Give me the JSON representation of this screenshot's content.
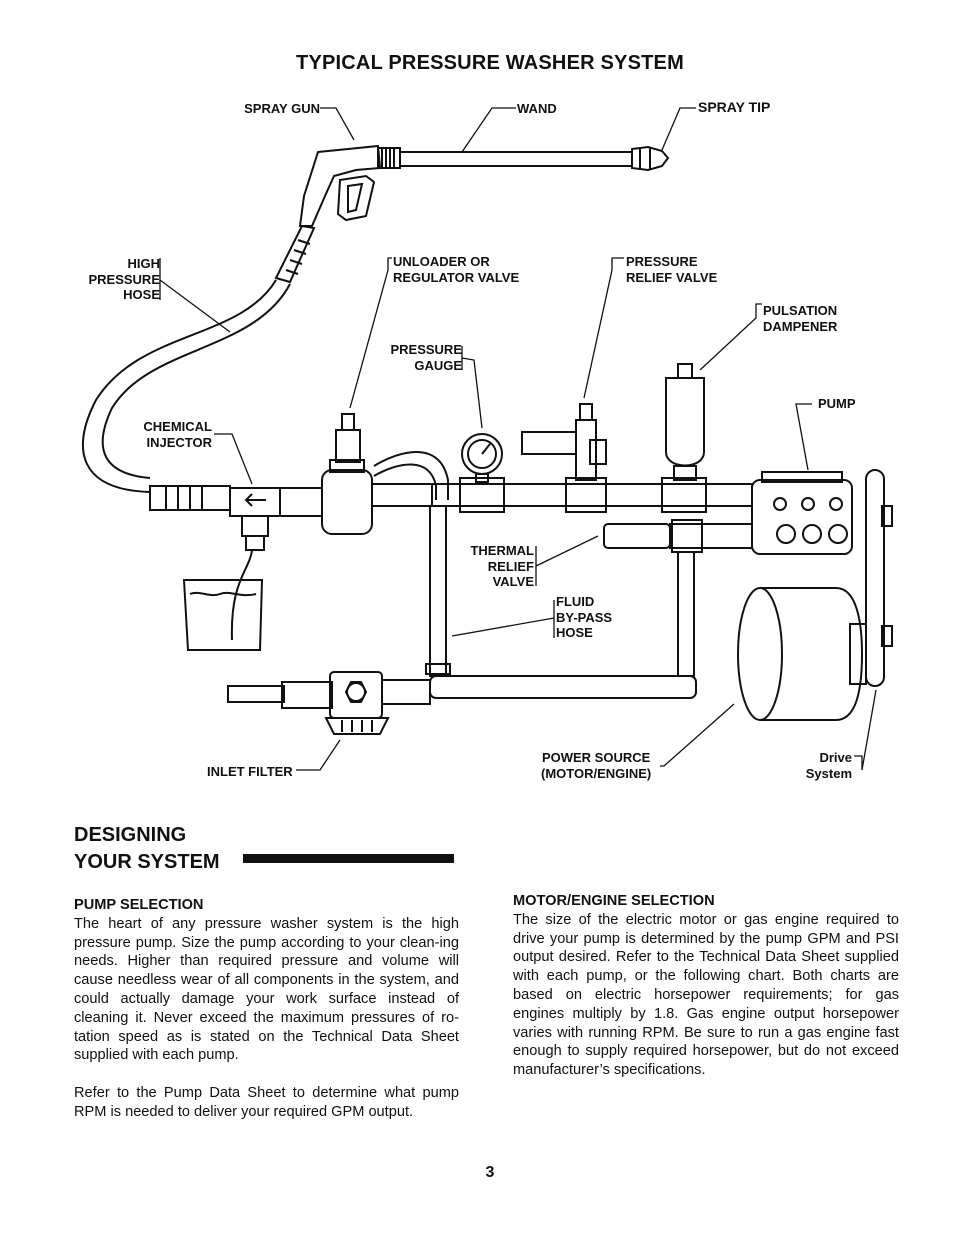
{
  "title": "TYPICAL PRESSURE WASHER SYSTEM",
  "diagram_labels": {
    "spray_gun": "SPRAY GUN",
    "wand": "WAND",
    "spray_tip": "SPRAY TIP",
    "high_pressure_hose": "HIGH\nPRESSURE\nHOSE",
    "unloader_valve": "UNLOADER OR\nREGULATOR VALVE",
    "pressure_relief_valve": "PRESSURE\nRELIEF VALVE",
    "pulsation_dampener": "PULSATION\nDAMPENER",
    "pressure_gauge": "PRESSURE\nGAUGE",
    "pump": "PUMP",
    "chemical_injector": "CHEMICAL\nINJECTOR",
    "thermal_relief_valve": "THERMAL\nRELIEF\nVALVE",
    "fluid_bypass_hose": "FLUID\nBY-PASS\nHOSE",
    "inlet_filter": "INLET FILTER",
    "power_source": "POWER SOURCE\n(MOTOR/ENGINE)",
    "drive_system": "Drive\nSystem"
  },
  "section": {
    "heading_line1": "DESIGNING",
    "heading_line2": "YOUR SYSTEM"
  },
  "pump_selection": {
    "heading": "PUMP SELECTION",
    "paragraph1": "The heart of any pressure washer system is the high pressure pump. Size the pump according to your clean-ing needs. Higher than required pressure and volume will cause needless wear of all components in the system, and could actually damage your work surface instead of cleaning it. Never exceed the maximum pressures of ro-tation speed as is stated on the Technical Data Sheet supplied with each pump.",
    "paragraph2": "Refer to the Pump Data Sheet to determine what pump RPM is needed to deliver your required GPM output."
  },
  "motor_selection": {
    "heading": "MOTOR/ENGINE SELECTION",
    "paragraph1": "The size of the electric motor or gas engine required to drive your pump is determined by the pump GPM and PSI output desired. Refer to the Technical Data Sheet supplied with each pump, or the following chart. Both charts are based on electric horsepower requirements; for gas engines multiply by 1.8. Gas engine output horsepower varies with running RPM. Be sure to run a gas engine fast enough to supply required horsepower, but do not exceed manufacturer’s specifications."
  },
  "page_number": "3"
}
